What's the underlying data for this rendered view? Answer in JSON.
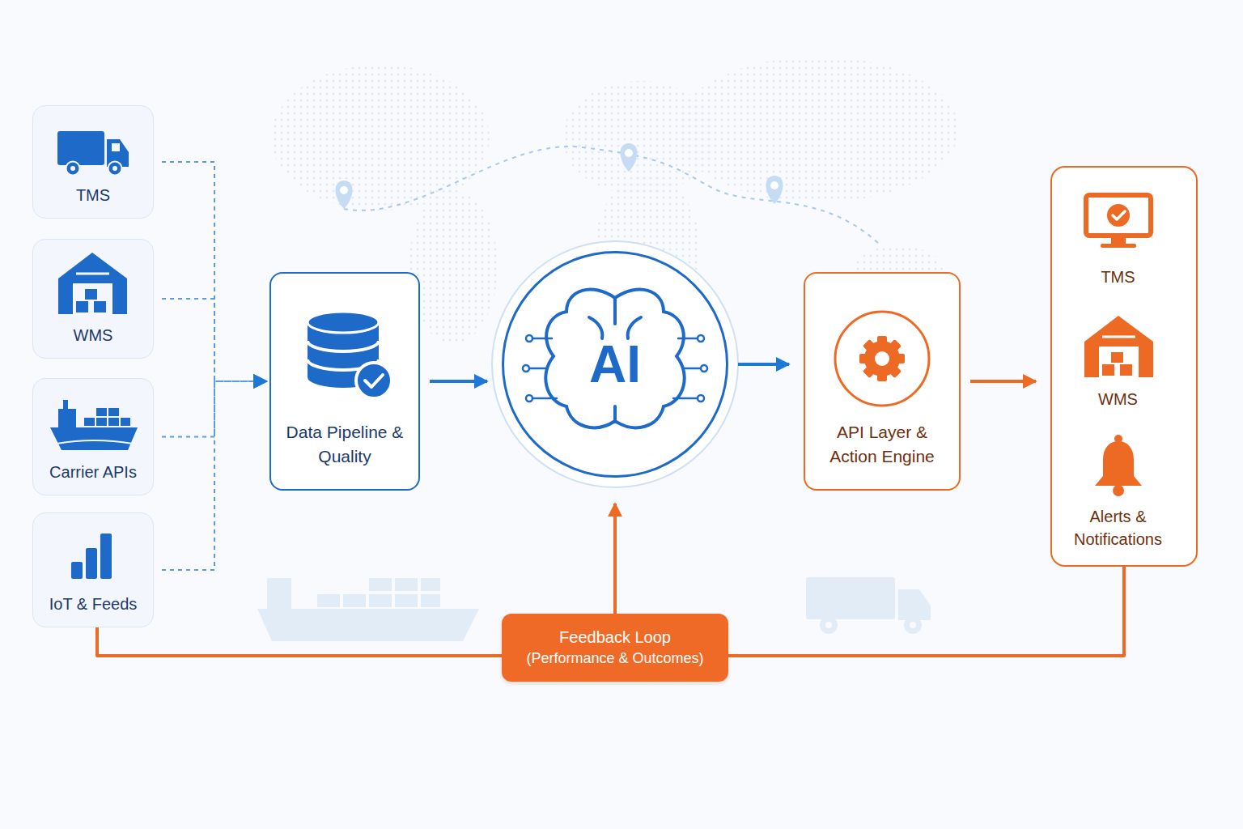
{
  "diagram": {
    "nodes": [
      {
        "text": [
          "TMS"
        ]
      },
      {
        "text": [
          "WMS"
        ]
      },
      {
        "text": [
          "Carrier APIs"
        ]
      },
      {
        "text": [
          "IoT & Feeds"
        ]
      },
      {
        "text": [
          "Data Pipeline & Quality"
        ]
      },
      {
        "text": [
          "AI"
        ]
      },
      {
        "text": [
          "API Layer & Action Engine"
        ]
      },
      {
        "text": []
      },
      {
        "text": [
          "TMS"
        ],
        "in": 7
      },
      {
        "text": [
          "WMS"
        ],
        "in": 7
      },
      {
        "text": [
          "Alerts & Notifications"
        ],
        "in": 7
      },
      {
        "text": [
          "Feedback Loop",
          "(Performance & Outcomes)"
        ]
      }
    ],
    "edges": [
      {
        "from": 0,
        "to": 4,
        "arrow": "to"
      },
      {
        "from": 1,
        "to": 4,
        "arrow": "to"
      },
      {
        "from": 2,
        "to": 4,
        "arrow": "to"
      },
      {
        "from": 3,
        "to": 4,
        "arrow": "to"
      },
      {
        "from": 4,
        "to": 5,
        "arrow": "to"
      },
      {
        "from": 5,
        "to": 6,
        "arrow": "to"
      },
      {
        "from": 6,
        "to": 7,
        "arrow": "to"
      },
      {
        "from": 7,
        "to": 11,
        "arrow": "none"
      },
      {
        "from": 3,
        "to": 11,
        "arrow": "none"
      },
      {
        "from": 11,
        "to": 5,
        "arrow": "to"
      }
    ]
  }
}
